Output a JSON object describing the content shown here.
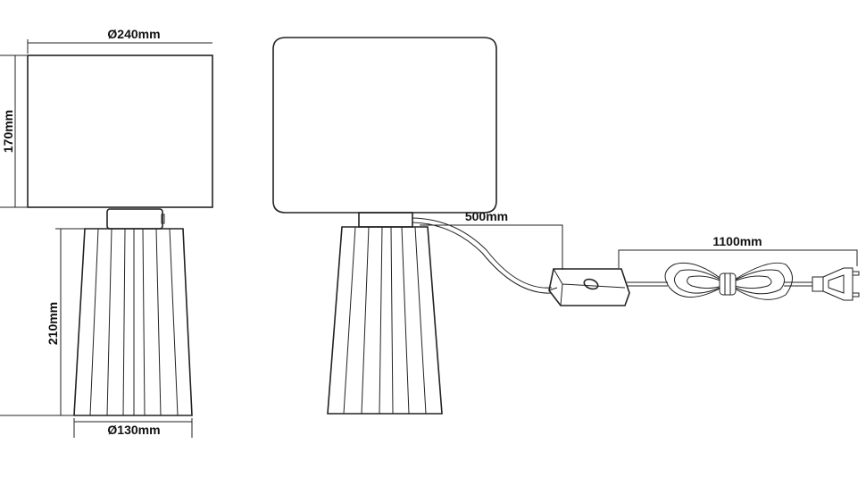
{
  "dimensions": {
    "shade_diameter": "Ø240mm",
    "shade_height": "170mm",
    "base_height": "210mm",
    "base_diameter": "Ø130mm",
    "cord_to_switch": "500mm",
    "cord_to_plug": "1100mm"
  },
  "colors": {
    "line": "#222222",
    "background": "#ffffff"
  }
}
